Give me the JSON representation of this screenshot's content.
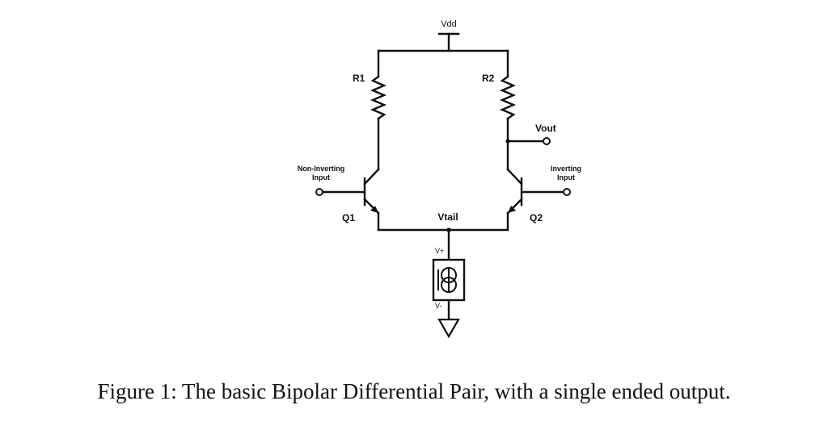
{
  "labels": {
    "vdd": "Vdd",
    "r1": "R1",
    "r2": "R2",
    "vout": "Vout",
    "non_inverting_line1": "Non-Inverting",
    "non_inverting_line2": "Input",
    "inverting_line1": "Inverting",
    "inverting_line2": "Input",
    "q1": "Q1",
    "q2": "Q2",
    "vtail": "Vtail",
    "v_plus": "V+",
    "v_minus": "V-"
  },
  "colors": {
    "vout": "#2a3fd6",
    "vtail": "#1fa8d8",
    "input_labels": "#a0329e",
    "wire": "#111111"
  },
  "caption": "Figure 1: The basic Bipolar Differential Pair, with a single ended output."
}
